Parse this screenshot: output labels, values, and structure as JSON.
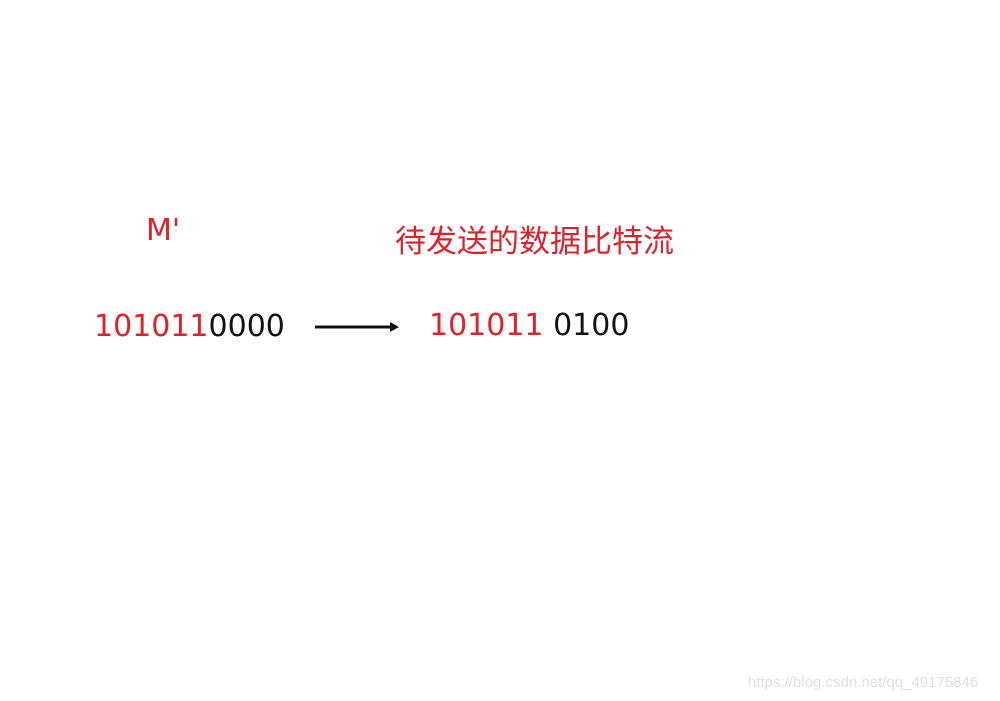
{
  "m_label": "M'",
  "stream_label": "待发送的数据比特流",
  "left_bits": {
    "red_part": "101011",
    "black_part": "0000"
  },
  "right_bits": {
    "red_part": "101011",
    "black_part": " 0100"
  },
  "watermark": "https://blog.csdn.net/qq_49175846",
  "colors": {
    "accent": "#e0202a",
    "text": "#111111",
    "watermark": "#e1e1e1"
  }
}
